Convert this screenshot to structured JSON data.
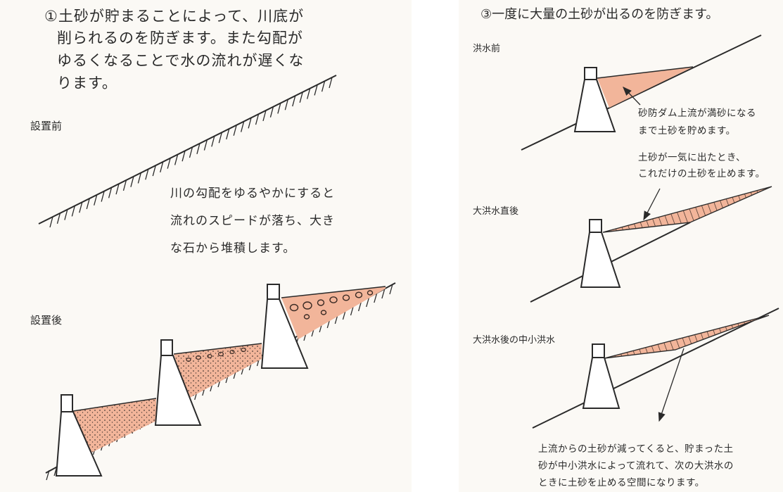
{
  "left": {
    "heading": [
      "①土砂が貯まることによって、川底が",
      "削られるのを防ぎます。また勾配が",
      "ゆるくなることで水の流れが遅くな",
      "ります。"
    ],
    "before_label": "設置前",
    "after_label": "設置後",
    "note": [
      "川の勾配をゆるやかにすると",
      "流れのスピードが落ち、大き",
      "な石から堆積します。"
    ]
  },
  "right": {
    "heading": "③一度に大量の土砂が出るのを防ぎます。",
    "stage1_label": "洪水前",
    "stage1_note": [
      "砂防ダム上流が満砂になる",
      "まで土砂を貯めます。"
    ],
    "stage2_note": [
      "土砂が一気に出たとき、",
      "これだけの土砂を止めます。"
    ],
    "stage2_label": "大洪水直後",
    "stage3_label": "大洪水後の中小洪水",
    "stage3_note": [
      "上流からの土砂が減ってくると、貯まった土",
      "砂が中小洪水によって流れて、次の大洪水の",
      "ときに土砂を止める空間になります。"
    ]
  },
  "colors": {
    "sediment": "#f2b59a",
    "line": "#2a2a2a",
    "panel": "#fbf9f5"
  }
}
